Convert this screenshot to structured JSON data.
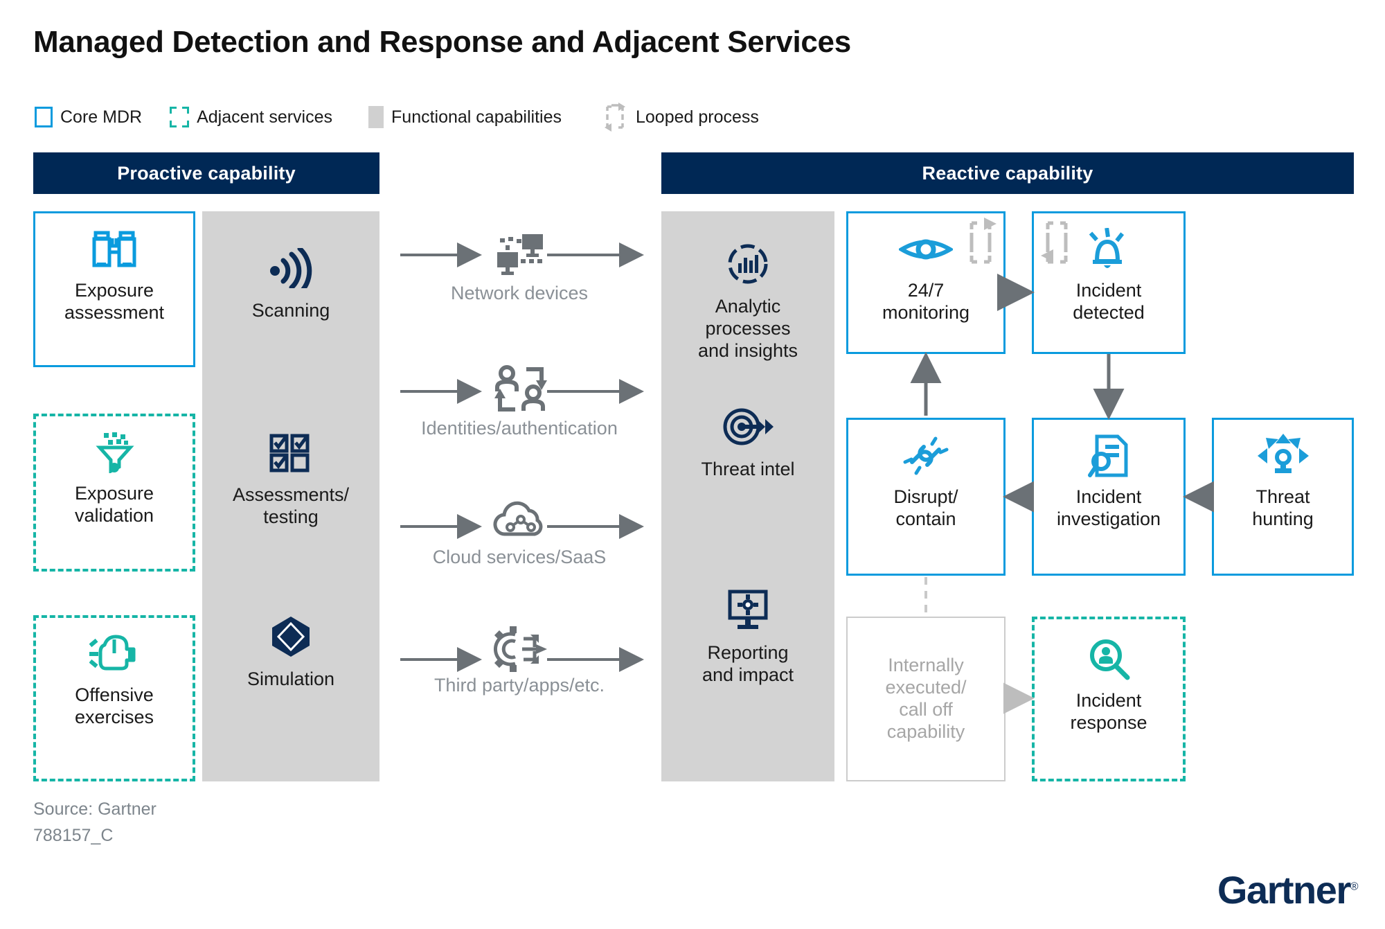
{
  "title": "Managed Detection and Response and Adjacent Services",
  "legend": {
    "items": [
      {
        "label": "Core MDR",
        "icon": "solid-blue-square-outline",
        "color": "#0a9bde"
      },
      {
        "label": "Adjacent services",
        "icon": "dashed-teal-corners",
        "color": "#16b5a6"
      },
      {
        "label": "Functional capabilities",
        "icon": "filled-gray-square",
        "color": "#d0d0d0"
      },
      {
        "label": "Looped process",
        "icon": "dashed-loop-arrows",
        "color": "#bdbdbd"
      }
    ]
  },
  "bands": {
    "proactive": "Proactive capability",
    "reactive": "Reactive capability"
  },
  "proactive": {
    "core_and_adjacent": [
      {
        "label": "Exposure\nassessment",
        "label_line1": "Exposure",
        "label_line2": "assessment",
        "type": "core",
        "icon": "binoculars-icon"
      },
      {
        "label_line1": "Exposure",
        "label_line2": "validation",
        "type": "adjacent",
        "icon": "funnel-icon"
      },
      {
        "label_line1": "Offensive",
        "label_line2": "exercises",
        "type": "adjacent",
        "icon": "boxing-glove-icon"
      }
    ],
    "functional": [
      {
        "label_line1": "Scanning",
        "label_line2": "",
        "icon": "signal-waves-icon"
      },
      {
        "label_line1": "Assessments/",
        "label_line2": "testing",
        "icon": "checklist-icon"
      },
      {
        "label_line1": "Simulation",
        "label_line2": "",
        "icon": "diamond-icon"
      }
    ]
  },
  "flows": [
    {
      "caption": "Network devices",
      "icon": "network-devices-icon"
    },
    {
      "caption": "Identities/authentication",
      "icon": "identity-sync-icon"
    },
    {
      "caption": "Cloud services/SaaS",
      "icon": "cloud-nodes-icon"
    },
    {
      "caption": "Third party/apps/etc.",
      "icon": "gear-integration-icon"
    }
  ],
  "reactive": {
    "functional": [
      {
        "label_line1": "Analytic",
        "label_line2": "processes",
        "label_line3": "and insights",
        "icon": "analytics-dial-icon"
      },
      {
        "label_line1": "Threat intel",
        "label_line2": "",
        "label_line3": "",
        "icon": "target-arrow-icon"
      },
      {
        "label_line1": "Reporting",
        "label_line2": "and impact",
        "label_line3": "",
        "icon": "monitor-gear-icon"
      }
    ],
    "nodes": [
      {
        "label_line1": "24/7",
        "label_line2": "monitoring",
        "type": "core",
        "icon": "eye-icon",
        "looped": true
      },
      {
        "label_line1": "Incident",
        "label_line2": "detected",
        "type": "core",
        "icon": "alert-bell-icon",
        "looped": true
      },
      {
        "label_line1": "Disrupt/",
        "label_line2": "contain",
        "type": "core",
        "icon": "broken-link-icon"
      },
      {
        "label_line1": "Incident",
        "label_line2": "investigation",
        "type": "core",
        "icon": "document-search-icon"
      },
      {
        "label_line1": "Threat",
        "label_line2": "hunting",
        "type": "core",
        "icon": "threat-hunting-icon"
      },
      {
        "label_line1": "Internally",
        "label_line2": "executed/",
        "label_line3": "call off",
        "label_line4": "capability",
        "type": "ghost",
        "icon": ""
      },
      {
        "label_line1": "Incident",
        "label_line2": "response",
        "type": "adjacent",
        "icon": "person-magnifier-icon"
      }
    ]
  },
  "footer": {
    "source": "Source: Gartner",
    "id": "788157_C",
    "logo": "Gartner",
    "logo_mark": "®"
  },
  "colors": {
    "navy": "#002855",
    "blue": "#0a9bde",
    "teal": "#16b5a6",
    "gray_fill": "#d3d3d3",
    "gray_text": "#8a9096",
    "arrow_gray": "#6b7176"
  }
}
